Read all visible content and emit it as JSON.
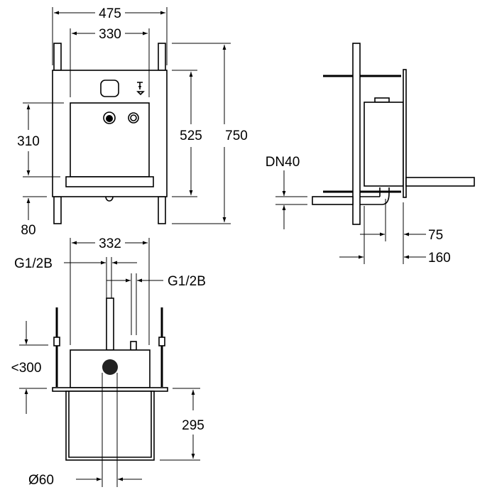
{
  "front_view": {
    "width_overall": "475",
    "width_inner": "330",
    "height_overall": "750",
    "height_frame": "525",
    "height_panel": "310",
    "leg_height": "80"
  },
  "top_view": {
    "width": "332",
    "inlet_left": "G1/2B",
    "inlet_right": "G1/2B",
    "depth_max": "<300",
    "box_depth": "295",
    "diameter": "Ø60"
  },
  "side_view": {
    "drain": "DN40",
    "offset_front": "75",
    "offset_total": "160"
  },
  "colors": {
    "line": "#000000",
    "background": "#ffffff"
  }
}
